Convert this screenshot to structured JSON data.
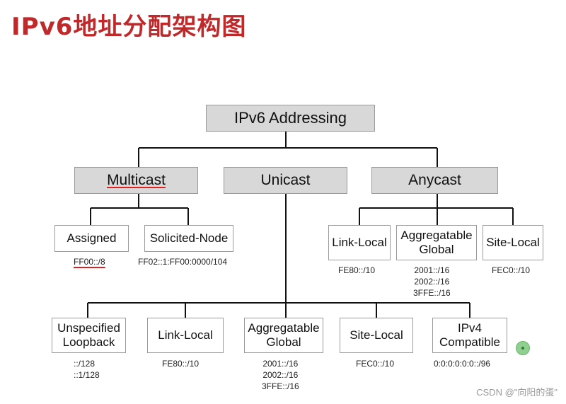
{
  "title": "IPv6地址分配架构图",
  "root": {
    "label": "IPv6 Addressing"
  },
  "categories": {
    "multicast": "Multicast",
    "unicast": "Unicast",
    "anycast": "Anycast"
  },
  "multicast": {
    "assigned": {
      "label": "Assigned",
      "prefix": "FF00::/8"
    },
    "solicited": {
      "label": "Solicited-Node",
      "prefix": "FF02::1:FF00:0000/104"
    }
  },
  "anycast": {
    "link_local": {
      "label": "Link-Local",
      "prefix": "FE80::/10"
    },
    "aggregatable": {
      "label_line1": "Aggregatable",
      "label_line2": "Global",
      "prefix1": "2001::/16",
      "prefix2": "2002::/16",
      "prefix3": "3FFE::/16"
    },
    "site_local": {
      "label": "Site-Local",
      "prefix": "FEC0::/10"
    }
  },
  "unicast": {
    "unspecified": {
      "label_line1": "Unspecified",
      "label_line2": "Loopback",
      "prefix1": "::/128",
      "prefix2": "::1/128"
    },
    "link_local": {
      "label": "Link-Local",
      "prefix": "FE80::/10"
    },
    "aggregatable": {
      "label_line1": "Aggregatable",
      "label_line2": "Global",
      "prefix1": "2001::/16",
      "prefix2": "2002::/16",
      "prefix3": "3FFE::/16"
    },
    "site_local": {
      "label": "Site-Local",
      "prefix": "FEC0::/10"
    },
    "ipv4": {
      "label_line1": "IPv4",
      "label_line2": "Compatible",
      "prefix": "0:0:0:0:0:0::/96"
    }
  },
  "watermark": "CSDN @\"向阳的蛋\"",
  "colors": {
    "title": "#c0282a",
    "box_fill": "#d8d8d8",
    "line": "#111111"
  }
}
